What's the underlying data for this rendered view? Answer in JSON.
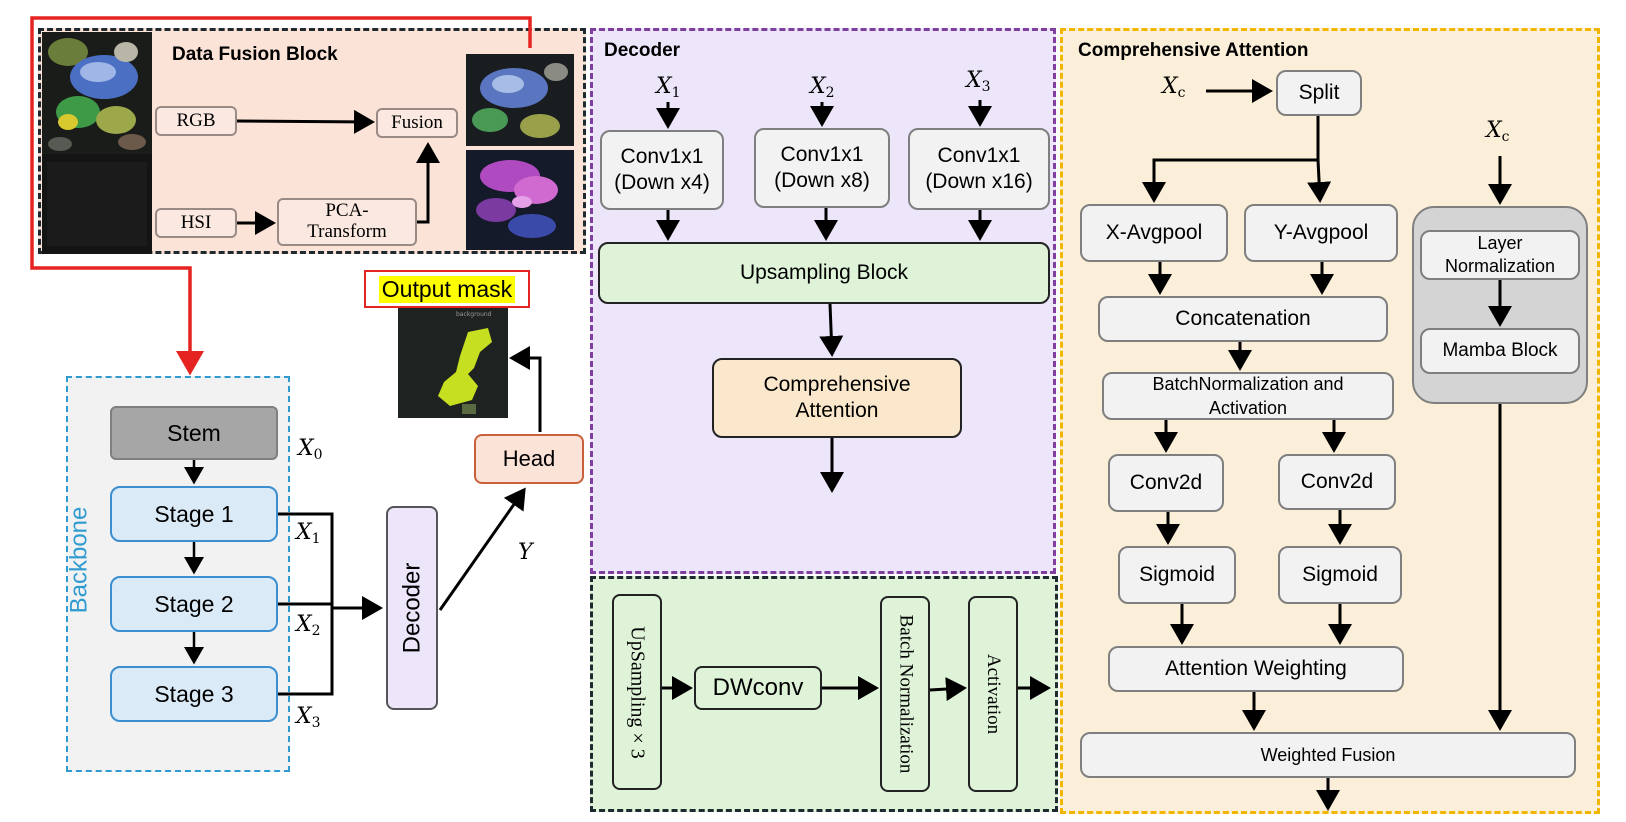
{
  "data_fusion": {
    "title": "Data Fusion Block",
    "rgb": "RGB",
    "hsi": "HSI",
    "pca": "PCA-\nTransform",
    "fusion": "Fusion"
  },
  "output_mask": {
    "label": "Output mask",
    "tiny_text": "background"
  },
  "backbone": {
    "label": "Backbone",
    "stem": "Stem",
    "stage1": "Stage 1",
    "stage2": "Stage 2",
    "stage3": "Stage 3",
    "x0": "X",
    "x0_sub": "0",
    "x1": "X",
    "x1_sub": "1",
    "x2": "X",
    "x2_sub": "2",
    "x3": "X",
    "x3_sub": "3"
  },
  "decoder_main": "Decoder",
  "head": "Head",
  "y_label": "Y",
  "decoder": {
    "title": "Decoder",
    "x1": "X",
    "x1_sub": "1",
    "x2": "X",
    "x2_sub": "2",
    "x3": "X",
    "x3_sub": "3",
    "conv1_a": "Conv1x1",
    "conv1_b": "(Down x4)",
    "conv2_a": "Conv1x1",
    "conv2_b": "(Down x8)",
    "conv3_a": "Conv1x1",
    "conv3_b": "(Down x16)",
    "upsampling_block": "Upsampling Block",
    "comp_attention_a": "Comprehensive",
    "comp_attention_b": "Attention"
  },
  "upsampling": {
    "upsampling_x3": "UpSampling × 3",
    "dwconv": "DWconv",
    "batch_norm": "Batch Normalization",
    "activation": "Activation"
  },
  "comprehensive": {
    "title": "Comprehensive Attention",
    "xc_left": "X",
    "xc_left_sub": "c",
    "xc_right": "X",
    "xc_right_sub": "c",
    "split": "Split",
    "x_avgpool": "X-Avgpool",
    "y_avgpool": "Y-Avgpool",
    "concatenation": "Concatenation",
    "batchnorm_a": "BatchNormalization and",
    "batchnorm_b": "Activation",
    "conv2d_left": "Conv2d",
    "conv2d_right": "Conv2d",
    "sigmoid_left": "Sigmoid",
    "sigmoid_right": "Sigmoid",
    "attention_weighting": "Attention Weighting",
    "layer_norm_a": "Layer",
    "layer_norm_b": "Normalization",
    "mamba_block": "Mamba Block",
    "weighted_fusion": "Weighted Fusion"
  },
  "colors": {
    "decoder_bg": "#ede6fb",
    "comprehensive_bg": "#fcefd9",
    "upsampling_bg": "#dff3d8",
    "fusion_bg": "#fbe3d8",
    "backbone_bg": "#f2f2f2",
    "stage_fill": "#dbeaf7",
    "stage_border": "#3b8fd0",
    "red_line": "#e52421"
  }
}
